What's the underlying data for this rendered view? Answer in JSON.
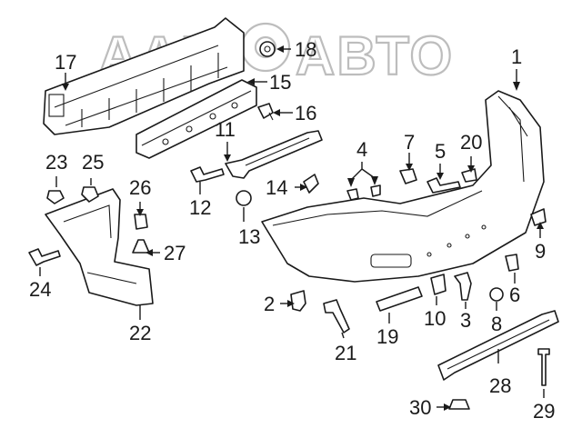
{
  "watermark": "ААГФАВТО",
  "callouts": [
    "1",
    "2",
    "3",
    "4",
    "5",
    "6",
    "7",
    "8",
    "9",
    "10",
    "11",
    "12",
    "13",
    "14",
    "15",
    "16",
    "17",
    "18",
    "19",
    "20",
    "21",
    "22",
    "23",
    "24",
    "25",
    "26",
    "27",
    "28",
    "29",
    "30"
  ]
}
